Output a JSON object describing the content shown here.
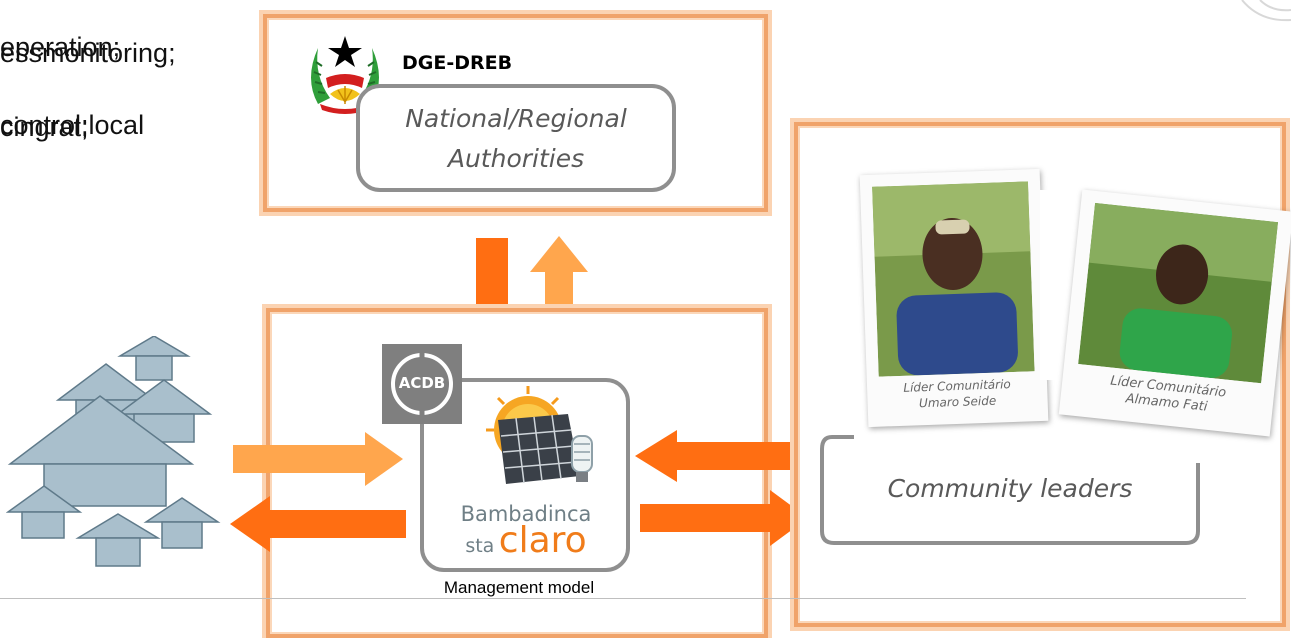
{
  "background_text": {
    "line1a": "eperation;",
    "line1b": "essmonitoring;",
    "line2a": "control;local",
    "line2b": "cingrat;"
  },
  "authority": {
    "org": "DGE-DREB",
    "label_line1": "National/Regional",
    "label_line2": "Authorities"
  },
  "acdb_badge": "ACDB",
  "logo": {
    "line1": "Bambadinca",
    "line2_small": "sta",
    "line2_big": "claro"
  },
  "management_caption": "Management model",
  "community": {
    "label": "Community leaders",
    "photo1_caption_line1": "Líder Comunitário",
    "photo1_caption_line2": "Umaro Seide",
    "photo2_caption_line1": "Líder Comunitário",
    "photo2_caption_line2": "Almamo Fati"
  },
  "colors": {
    "arrow_dark": "#ff6e12",
    "arrow_light": "#ffa64d",
    "panel_border": "#f0a36a",
    "house_fill": "#a9bfcc",
    "house_stroke": "#5f7a8a"
  }
}
